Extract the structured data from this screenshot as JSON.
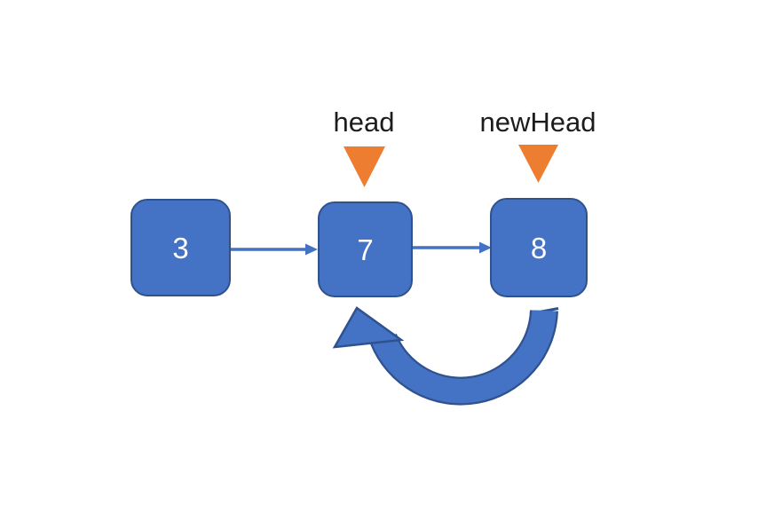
{
  "diagram": {
    "background_color": "#ffffff",
    "nodes": [
      {
        "value": "3"
      },
      {
        "value": "7"
      },
      {
        "value": "8"
      }
    ],
    "pointers": [
      {
        "label": "head",
        "marker": "down-triangle",
        "points_to_node_value": "7"
      },
      {
        "label": "newHead",
        "marker": "down-triangle",
        "points_to_node_value": "8"
      }
    ],
    "next_links": [
      {
        "from": "3",
        "to": "7"
      },
      {
        "from": "7",
        "to": "8"
      }
    ],
    "reversed_link": {
      "from": "8",
      "to": "7",
      "style": "thick-curved-arrow"
    },
    "colors": {
      "node_fill": "#4472C4",
      "node_border": "#2F528F",
      "node_text": "#FFFFFF",
      "arrow": "#4472C4",
      "arrow_outline": "#2F528F",
      "pointer_triangle": "#ED7D31",
      "label_text": "#1C1C1C"
    }
  }
}
